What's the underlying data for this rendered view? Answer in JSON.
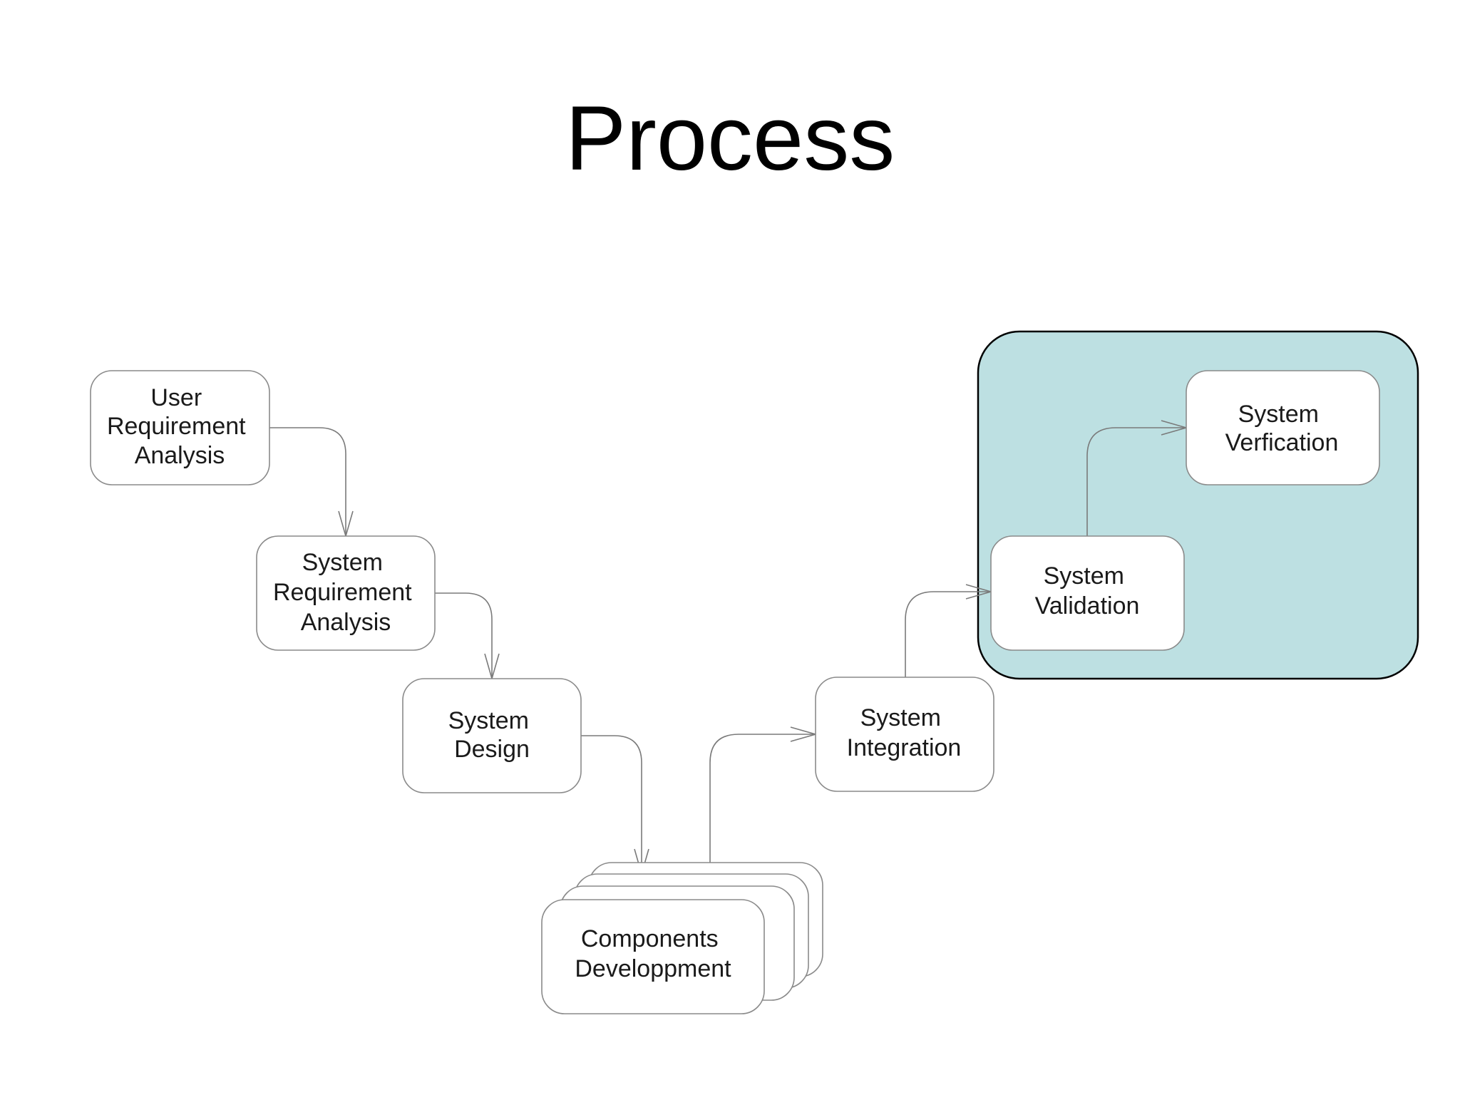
{
  "title": "Process",
  "colors": {
    "group_fill": "#bde0e2",
    "node_fill": "#ffffff",
    "node_stroke": "#8a8a8a",
    "connector": "#7a7a7a"
  },
  "nodes": {
    "user_requirement_analysis": [
      "User",
      "Requirement",
      "Analysis"
    ],
    "system_requirement_analysis": [
      "System",
      "Requirement",
      "Analysis"
    ],
    "system_design": [
      "System",
      "Design"
    ],
    "components_developpment": [
      "Components",
      "Developpment"
    ],
    "system_integration": [
      "System",
      "Integration"
    ],
    "system_validation": [
      "System",
      "Validation"
    ],
    "system_verfication": [
      "System",
      "Verfication"
    ]
  }
}
